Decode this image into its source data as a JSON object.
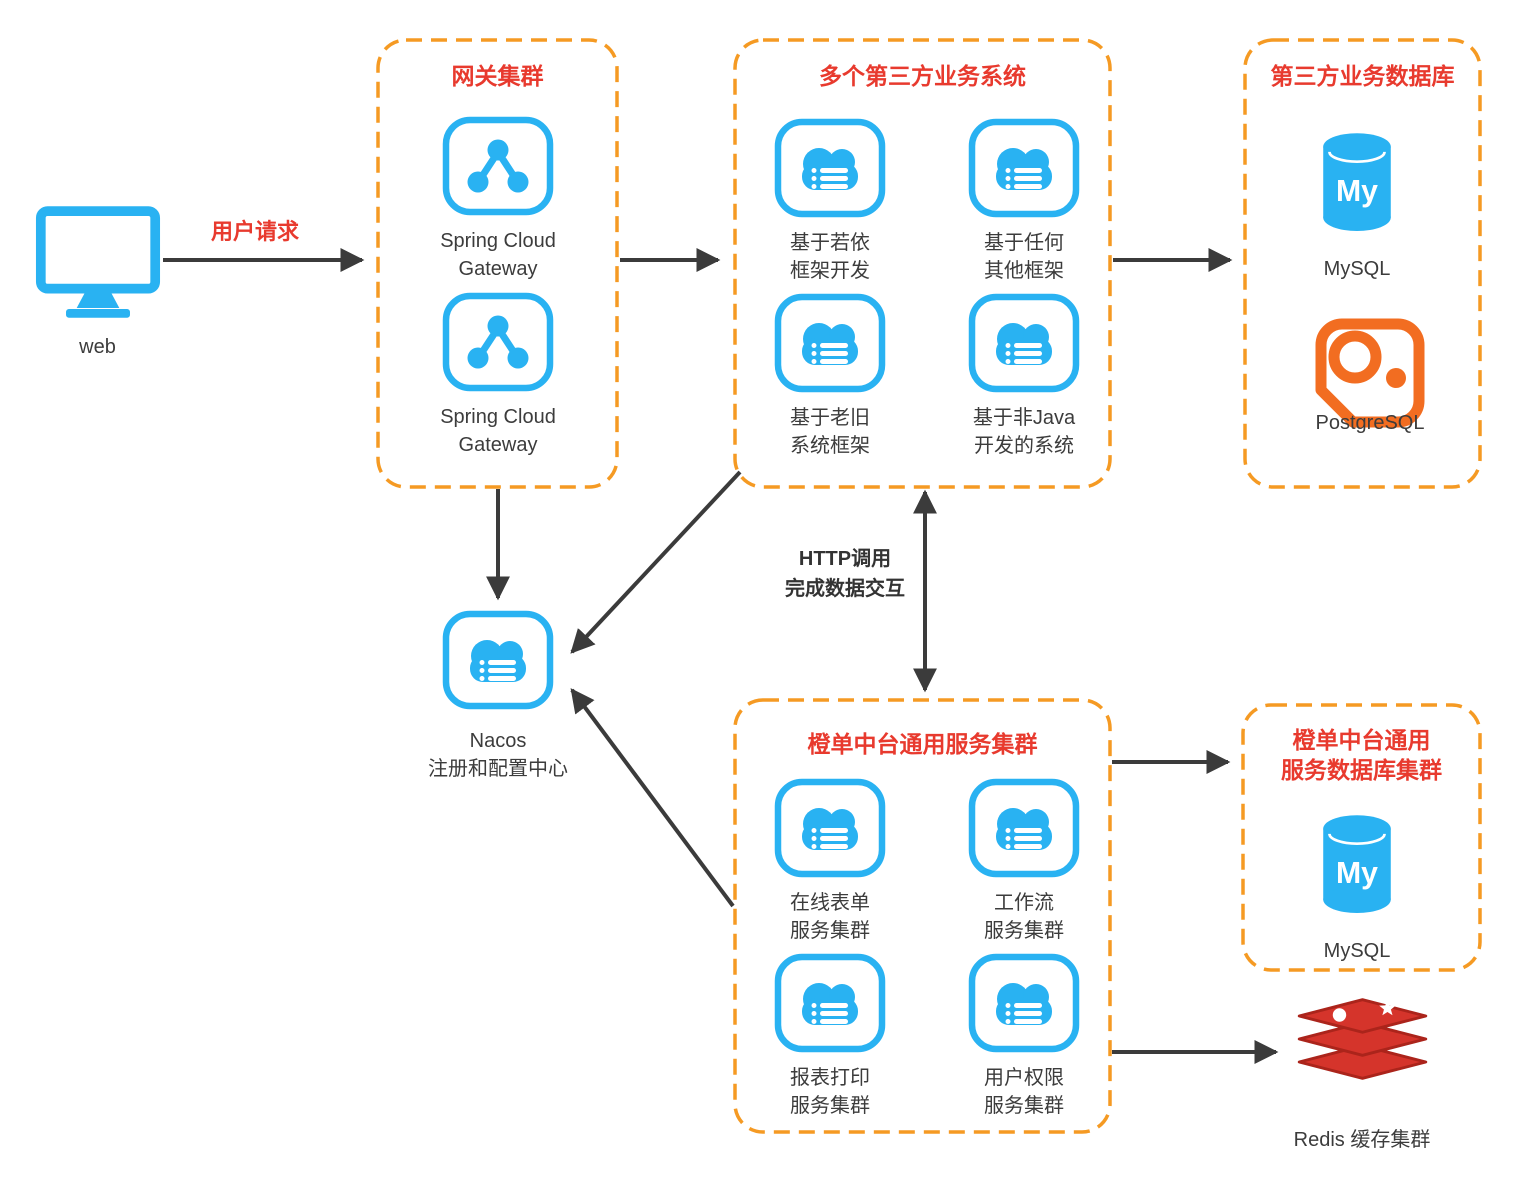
{
  "colors": {
    "cyan": "#29b2f2",
    "orange": "#f59a23",
    "red": "#e83a2e",
    "arrow": "#3b3b3b",
    "text": "#3c3c3c",
    "postgres_orange": "#f26d21",
    "redis_red": "#d5342b",
    "redis_dark": "#ab241b"
  },
  "web_node": {
    "label": "web"
  },
  "edge_labels": {
    "user_request": "用户请求",
    "http_line1": "HTTP调用",
    "http_line2": "完成数据交互"
  },
  "gateway_cluster": {
    "title": "网关集群",
    "nodes": [
      {
        "line1": "Spring Cloud",
        "line2": "Gateway"
      },
      {
        "line1": "Spring Cloud",
        "line2": "Gateway"
      }
    ]
  },
  "third_party_systems": {
    "title": "多个第三方业务系统",
    "nodes": [
      {
        "line1": "基于若依",
        "line2": "框架开发"
      },
      {
        "line1": "基于任何",
        "line2": "其他框架"
      },
      {
        "line1": "基于老旧",
        "line2": "系统框架"
      },
      {
        "line1": "基于非Java",
        "line2": "开发的系统"
      }
    ]
  },
  "third_party_db": {
    "title": "第三方业务数据库",
    "mysql_label": "MySQL",
    "postgres_label": "PostgreSQL"
  },
  "nacos": {
    "line1": "Nacos",
    "line2": "注册和配置中心"
  },
  "platform_cluster": {
    "title": "橙单中台通用服务集群",
    "nodes": [
      {
        "line1": "在线表单",
        "line2": "服务集群"
      },
      {
        "line1": "工作流",
        "line2": "服务集群"
      },
      {
        "line1": "报表打印",
        "line2": "服务集群"
      },
      {
        "line1": "用户权限",
        "line2": "服务集群"
      }
    ]
  },
  "platform_db": {
    "title_line1": "橙单中台通用",
    "title_line2": "服务数据库集群",
    "mysql_label": "MySQL"
  },
  "redis_node": {
    "label": "Redis 缓存集群"
  },
  "icons": {
    "mysql_text": "My"
  }
}
